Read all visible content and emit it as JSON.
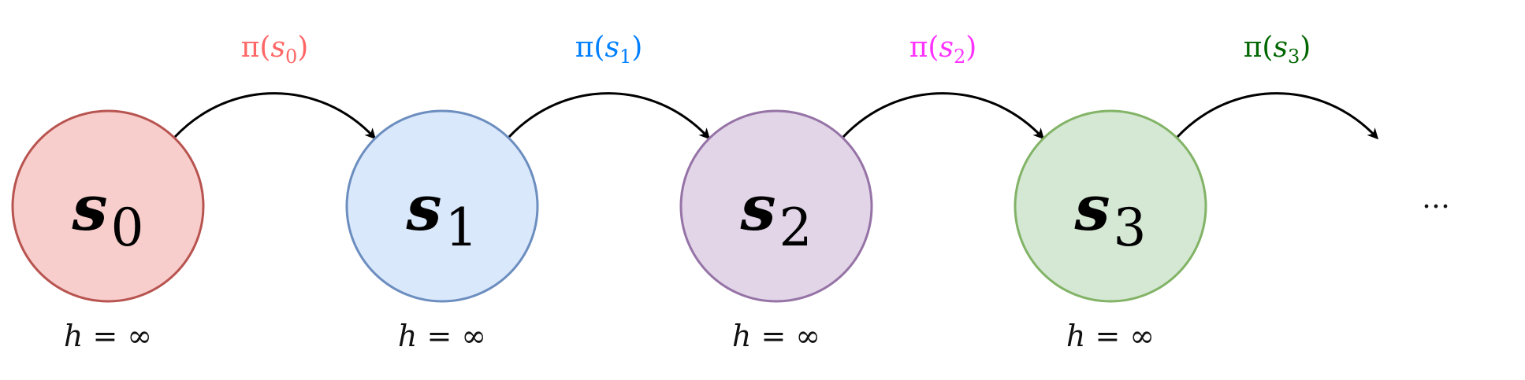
{
  "diagram": {
    "states": [
      {
        "id": "s0",
        "letter": "s",
        "sub": "0",
        "fill": "#f8cecc",
        "stroke": "#b85450",
        "horizon": {
          "var": "h",
          "op": " = ",
          "val": "∞"
        }
      },
      {
        "id": "s1",
        "letter": "s",
        "sub": "1",
        "fill": "#dae8fc",
        "stroke": "#6c8ebf",
        "horizon": {
          "var": "h",
          "op": " = ",
          "val": "∞"
        }
      },
      {
        "id": "s2",
        "letter": "s",
        "sub": "2",
        "fill": "#e1d5e7",
        "stroke": "#9673a6",
        "horizon": {
          "var": "h",
          "op": " = ",
          "val": "∞"
        }
      },
      {
        "id": "s3",
        "letter": "s",
        "sub": "3",
        "fill": "#d5e8d4",
        "stroke": "#82b366",
        "horizon": {
          "var": "h",
          "op": " = ",
          "val": "∞"
        }
      }
    ],
    "policies": [
      {
        "fn": "π",
        "open": "(",
        "arg": "s",
        "sub": "0",
        "close": ")",
        "color": "#ff6666"
      },
      {
        "fn": "π",
        "open": "(",
        "arg": "s",
        "sub": "1",
        "close": ")",
        "color": "#007fff"
      },
      {
        "fn": "π",
        "open": "(",
        "arg": "s",
        "sub": "2",
        "close": ")",
        "color": "#ff33ff"
      },
      {
        "fn": "π",
        "open": "(",
        "arg": "s",
        "sub": "3",
        "close": ")",
        "color": "#006600"
      }
    ],
    "ellipsis": "…"
  }
}
